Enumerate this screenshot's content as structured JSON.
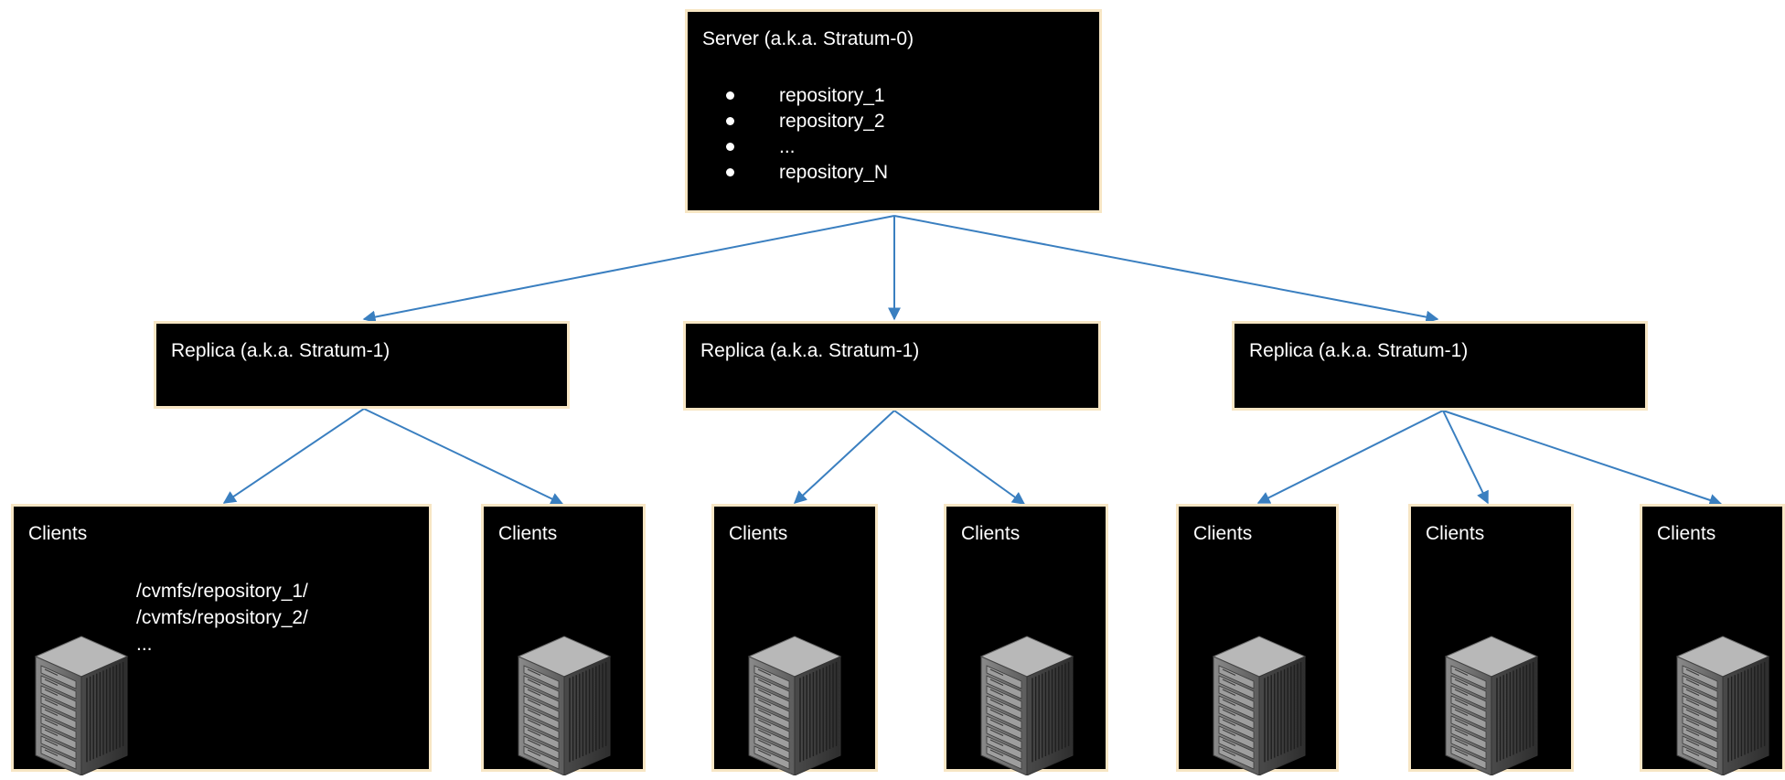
{
  "server": {
    "title": "Server (a.k.a. Stratum-0)",
    "repositories": [
      "repository_1",
      "repository_2",
      "...",
      "repository_N"
    ]
  },
  "replicas": [
    {
      "title": "Replica (a.k.a. Stratum-1)"
    },
    {
      "title": "Replica (a.k.a. Stratum-1)"
    },
    {
      "title": "Replica (a.k.a. Stratum-1)"
    }
  ],
  "clients": [
    {
      "title": "Clients",
      "paths": [
        "/cvmfs/repository_1/",
        "/cvmfs/repository_2/",
        "..."
      ]
    },
    {
      "title": "Clients"
    },
    {
      "title": "Clients"
    },
    {
      "title": "Clients"
    },
    {
      "title": "Clients"
    },
    {
      "title": "Clients"
    },
    {
      "title": "Clients"
    }
  ],
  "colors": {
    "box_fill": "#000000",
    "box_border": "#f7e6c4",
    "arrow": "#3a7fc0",
    "text": "#ffffff"
  },
  "icons": {
    "client_machine": "server-rack-icon"
  }
}
